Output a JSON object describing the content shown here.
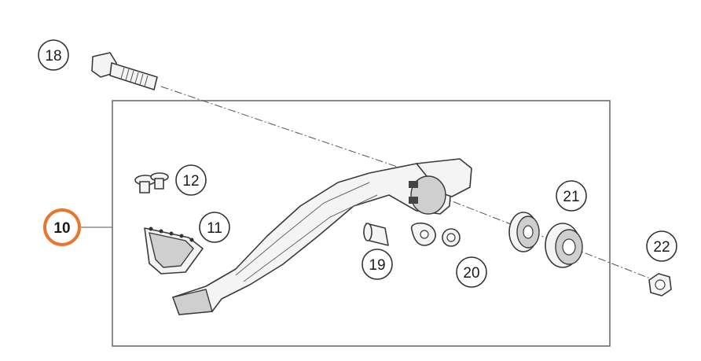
{
  "diagram": {
    "callouts": [
      {
        "id": "18",
        "label": "18"
      },
      {
        "id": "12",
        "label": "12"
      },
      {
        "id": "11",
        "label": "11"
      },
      {
        "id": "10",
        "label": "10"
      },
      {
        "id": "19",
        "label": "19"
      },
      {
        "id": "20",
        "label": "20"
      },
      {
        "id": "21",
        "label": "21"
      },
      {
        "id": "22",
        "label": "22"
      }
    ],
    "highlight_color": "#e8762c",
    "frame_color": "#666666"
  }
}
